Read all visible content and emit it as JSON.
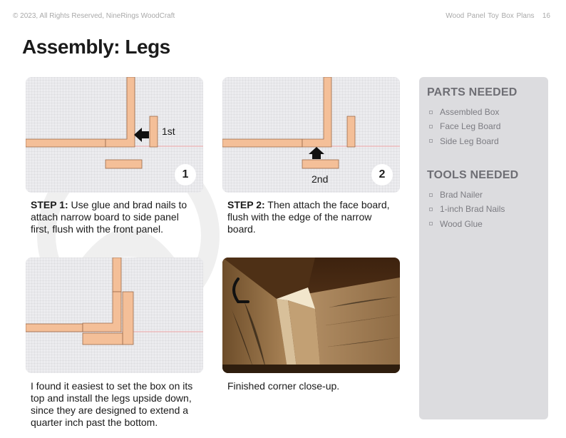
{
  "header": {
    "copyright": "© 2023, All Rights Reserved, NineRings WoodCraft",
    "doc_title": "Wood Panel Toy Box Plans",
    "page_number": "16"
  },
  "title": "Assembly: Legs",
  "panels": [
    {
      "badge": "1",
      "note": "1st"
    },
    {
      "badge": "2",
      "note": "2nd"
    }
  ],
  "steps": [
    {
      "label": "STEP 1:",
      "text": "Use glue and brad nails to attach narrow board to side panel first, flush with the front panel."
    },
    {
      "label": "STEP 2:",
      "text": "Then attach the face board, flush with the edge of the narrow board."
    }
  ],
  "tip_text": "I found it easiest to set the box on its top and install the legs upside down, since they are designed to extend a quarter inch past the bottom.",
  "photo_caption": "Finished corner close-up.",
  "sidebar": {
    "parts_heading": "PARTS NEEDED",
    "parts": [
      "Assembled Box",
      "Face Leg Board",
      "Side Leg Board"
    ],
    "tools_heading": "TOOLS NEEDED",
    "tools": [
      "Brad Nailer",
      "1-inch Brad Nails",
      "Wood Glue"
    ]
  },
  "colors": {
    "wood": "#f4bf98",
    "wood_edge": "#9a6a4a",
    "panel_bg": "#ececef",
    "sidebar_bg": "#dcdcdf"
  }
}
